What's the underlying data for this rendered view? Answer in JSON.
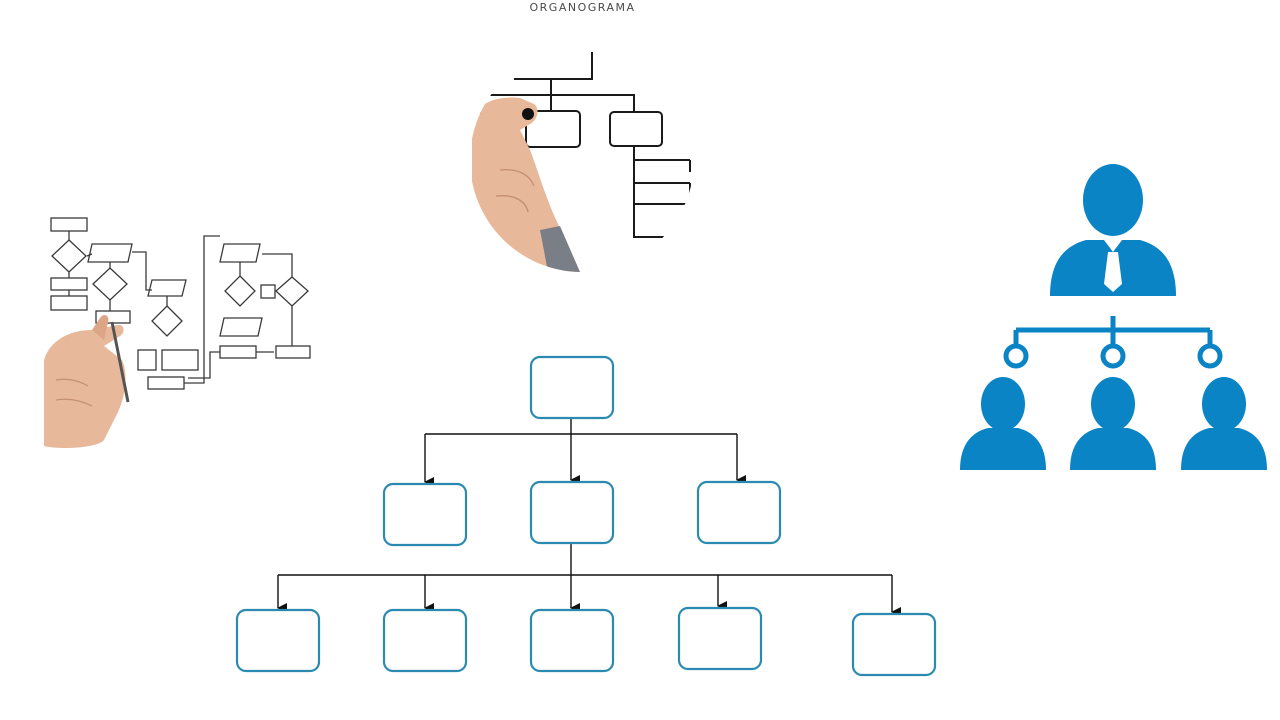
{
  "title": "ORGANOGRAMA",
  "colors": {
    "box_stroke": "#2a8ab0",
    "connector": "#111111",
    "people_icon": "#0b84c6",
    "sketch_ink": "#1a1a1a",
    "skin": "#e8b89a"
  },
  "icons": {
    "left_illustration": "hand-drawing-flowchart-icon",
    "top_illustration": "hand-drawing-org-chart-icon",
    "right_illustration": "hierarchy-people-icon"
  },
  "diagram": {
    "levels": [
      1,
      3,
      5
    ]
  }
}
